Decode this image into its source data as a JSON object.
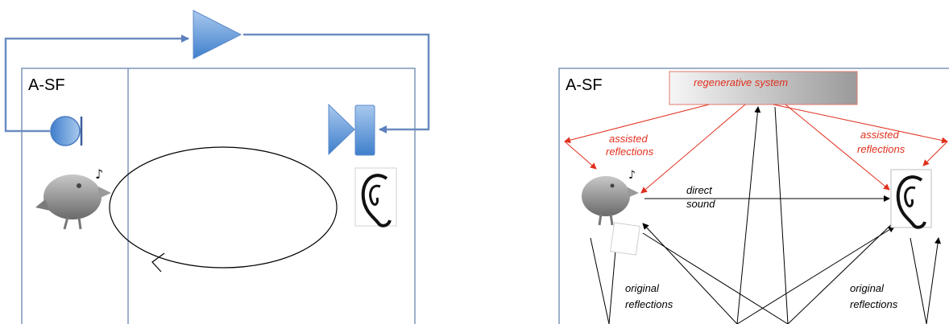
{
  "left_panel": {
    "title": "A-SF"
  },
  "right_panel": {
    "title": "A-SF",
    "regenerative_label": "regenerative system",
    "assisted_left": [
      "assisted",
      "reflections"
    ],
    "assisted_right": [
      "assisted",
      "reflections"
    ],
    "direct": [
      "direct",
      "sound"
    ],
    "original_left": [
      "original",
      "reflections"
    ],
    "original_right": [
      "original",
      "reflections"
    ]
  },
  "colors": {
    "blue_line": "#6b8cc0",
    "blue_fill": "#5b9bd5",
    "frame": "#7f95b8",
    "red": "#e0301e",
    "black": "#000000"
  }
}
